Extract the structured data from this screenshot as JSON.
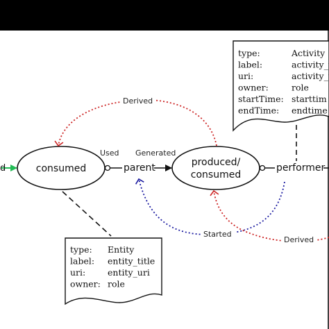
{
  "nodes": {
    "consumed": "consumed",
    "produced_line1": "produced/",
    "produced_line2": "consumed",
    "left_edge_fragment": "d"
  },
  "labels": {
    "used": "Used",
    "generated": "Generated",
    "parent": "parent",
    "performer": "performer",
    "derived_top": "Derived",
    "started": "Started",
    "derived_bottom": "Derived"
  },
  "entity_card": {
    "rows": [
      {
        "key": "type:",
        "value": "Entity"
      },
      {
        "key": "label:",
        "value": "entity_title"
      },
      {
        "key": "uri:",
        "value": "entity_uri"
      },
      {
        "key": "owner:",
        "value": "role"
      }
    ]
  },
  "activity_card": {
    "rows": [
      {
        "key": "type:",
        "value": "Activity"
      },
      {
        "key": "label:",
        "value": "activity_t"
      },
      {
        "key": "uri:",
        "value": "activity_u"
      },
      {
        "key": "owner:",
        "value": "role"
      },
      {
        "key": "startTime:",
        "value": "starttim"
      },
      {
        "key": "endTime:",
        "value": "endtime"
      }
    ]
  },
  "colors": {
    "derived": "#cc2222",
    "started": "#1a1aa0",
    "green_arrow": "#22bb55",
    "frame": "#000000"
  }
}
